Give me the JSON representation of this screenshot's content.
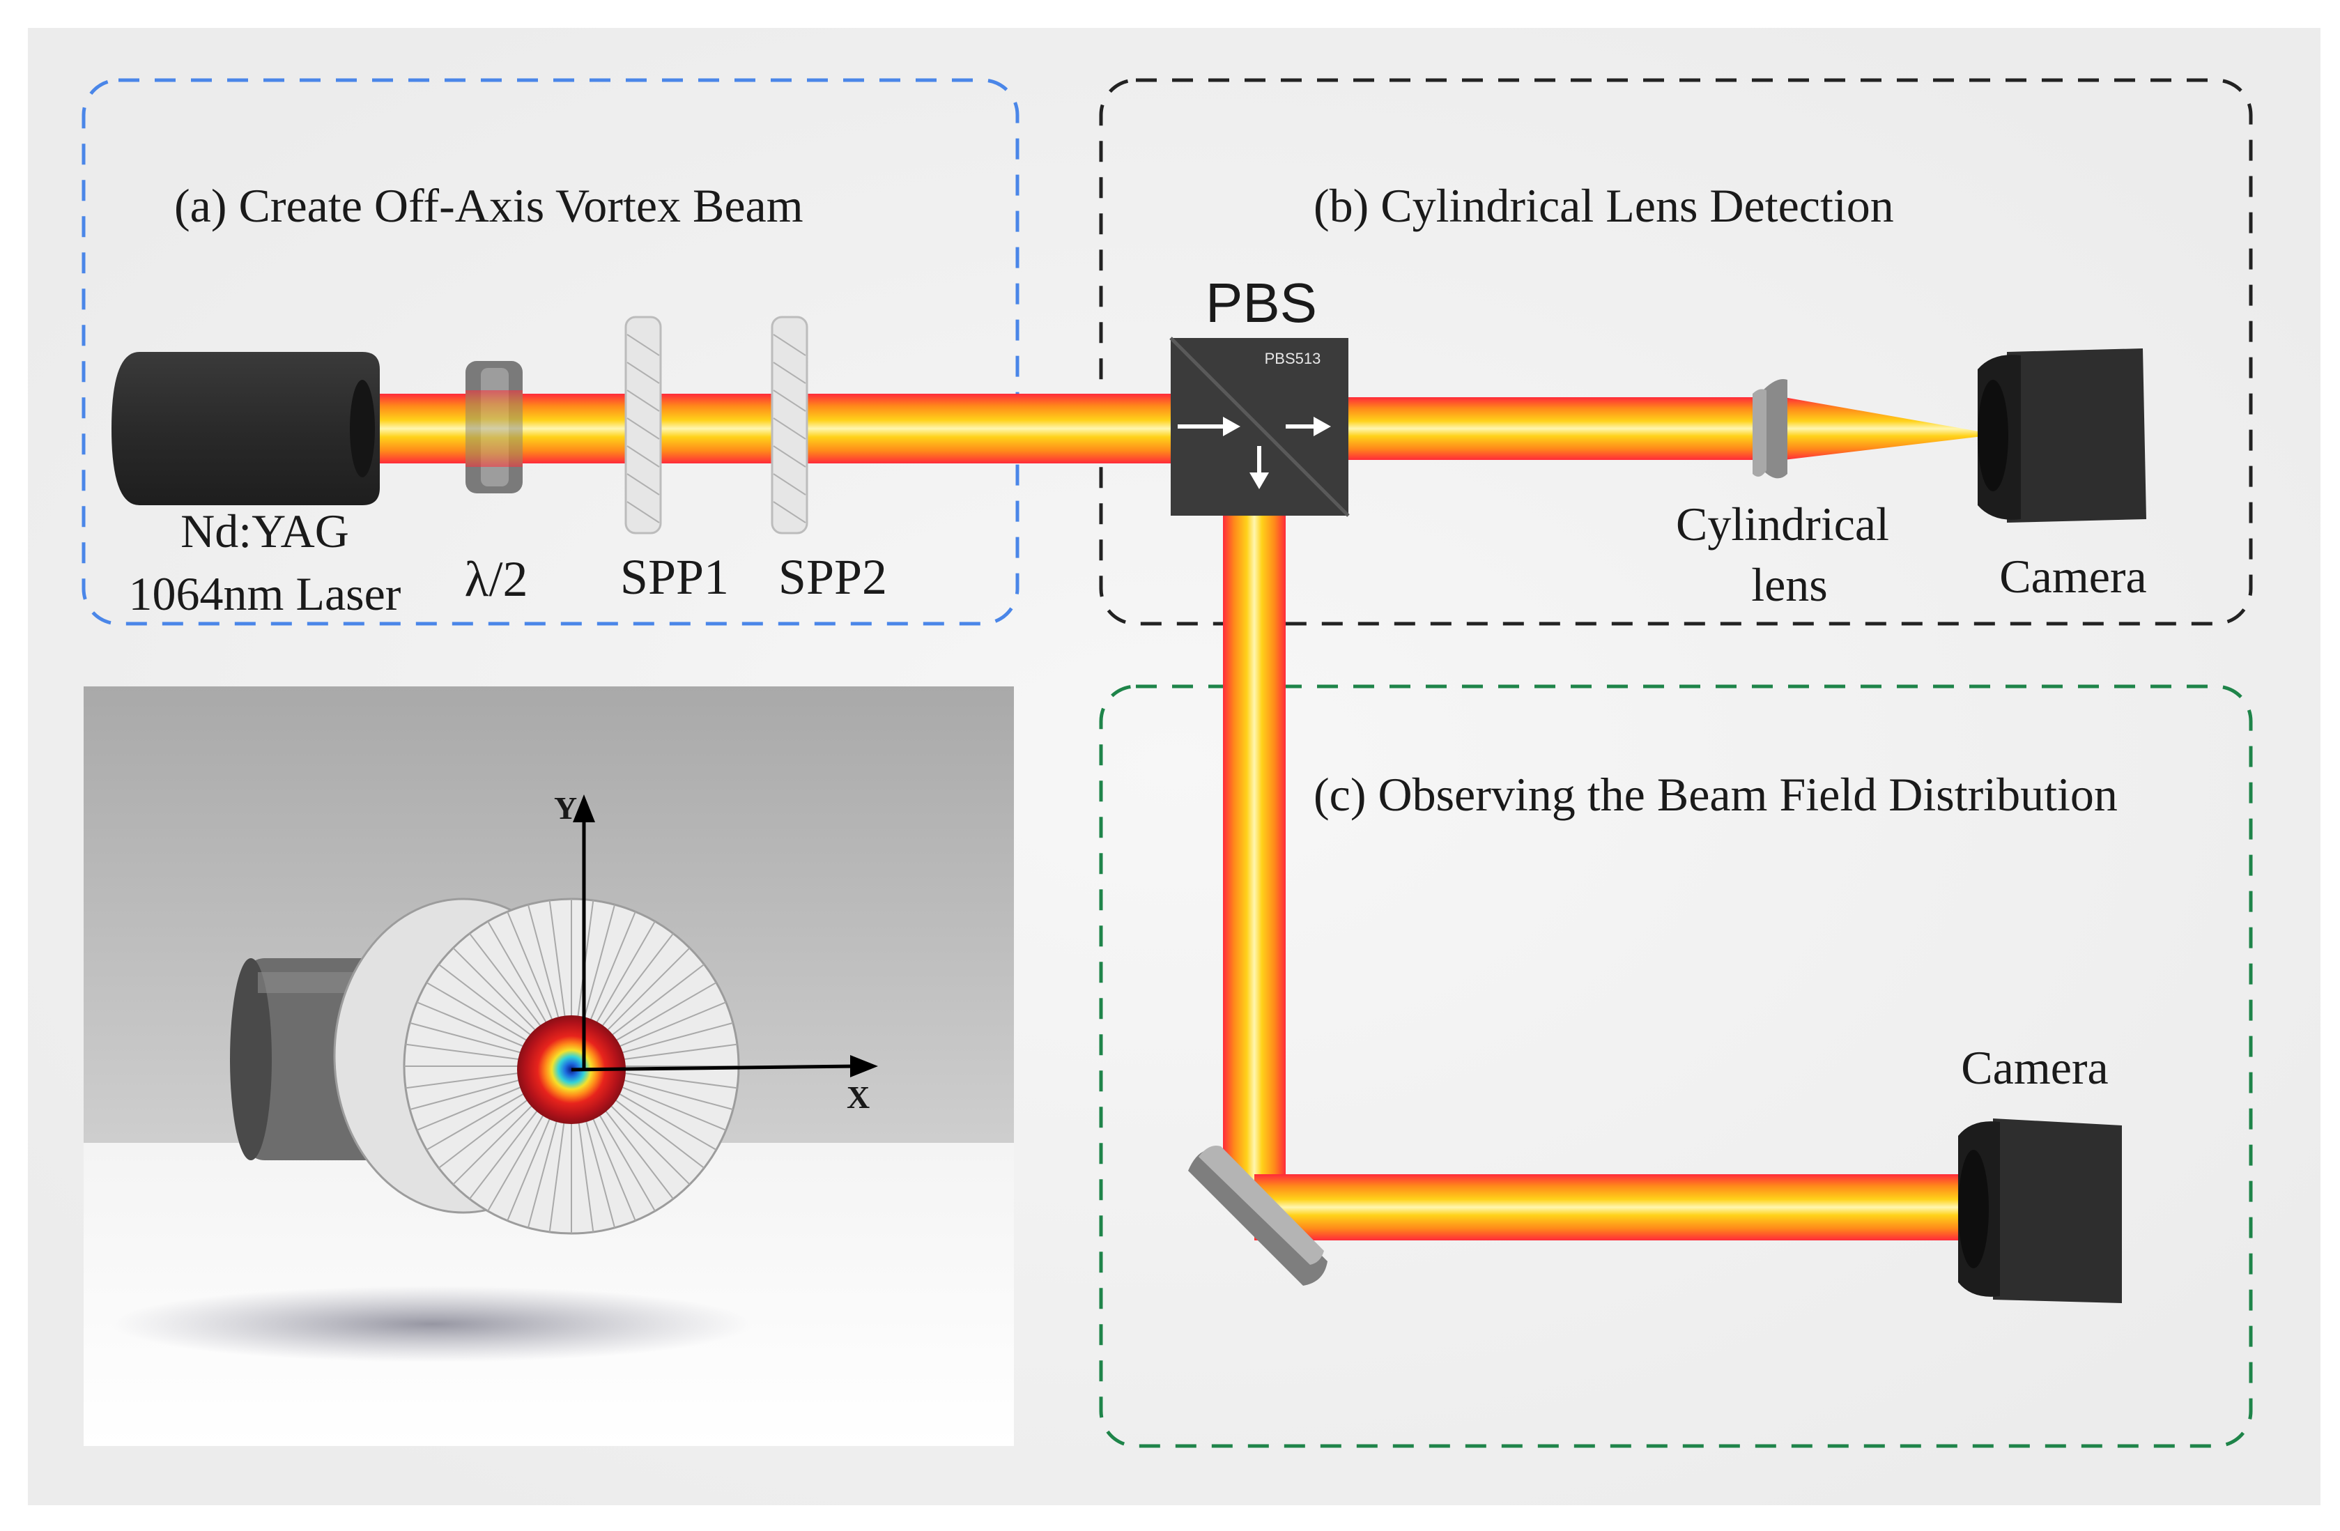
{
  "sections": {
    "a": {
      "title": "(a) Create Off-Axis Vortex Beam",
      "color": "#4a86e8"
    },
    "b": {
      "title": "(b) Cylindrical Lens Detection",
      "color": "#222222"
    },
    "c": {
      "title": "(c) Observing the Beam Field Distribution",
      "color": "#1e8449"
    }
  },
  "components": {
    "laser_line1": "Nd:YAG",
    "laser_line2": "1064nm Laser",
    "half_wave": "λ/2",
    "spp1": "SPP1",
    "spp2": "SPP2",
    "pbs": "PBS",
    "pbs_part": "PBS513",
    "cyl_line1": "Cylindrical",
    "cyl_line2": "lens",
    "camera_b": "Camera",
    "camera_c": "Camera"
  },
  "inset": {
    "axis_x": "X",
    "axis_y": "Y"
  },
  "icons": {
    "laser": "laser-head-icon",
    "waveplate": "waveplate-icon",
    "spp": "spiral-phase-plate-icon",
    "pbs": "beam-splitter-cube-icon",
    "lens": "cylindrical-lens-icon",
    "mirror": "mirror-icon",
    "camera": "camera-icon"
  },
  "beam_colors": [
    "#ff2a2a",
    "#ff8a1a",
    "#ffd21a",
    "#fff3a0"
  ]
}
